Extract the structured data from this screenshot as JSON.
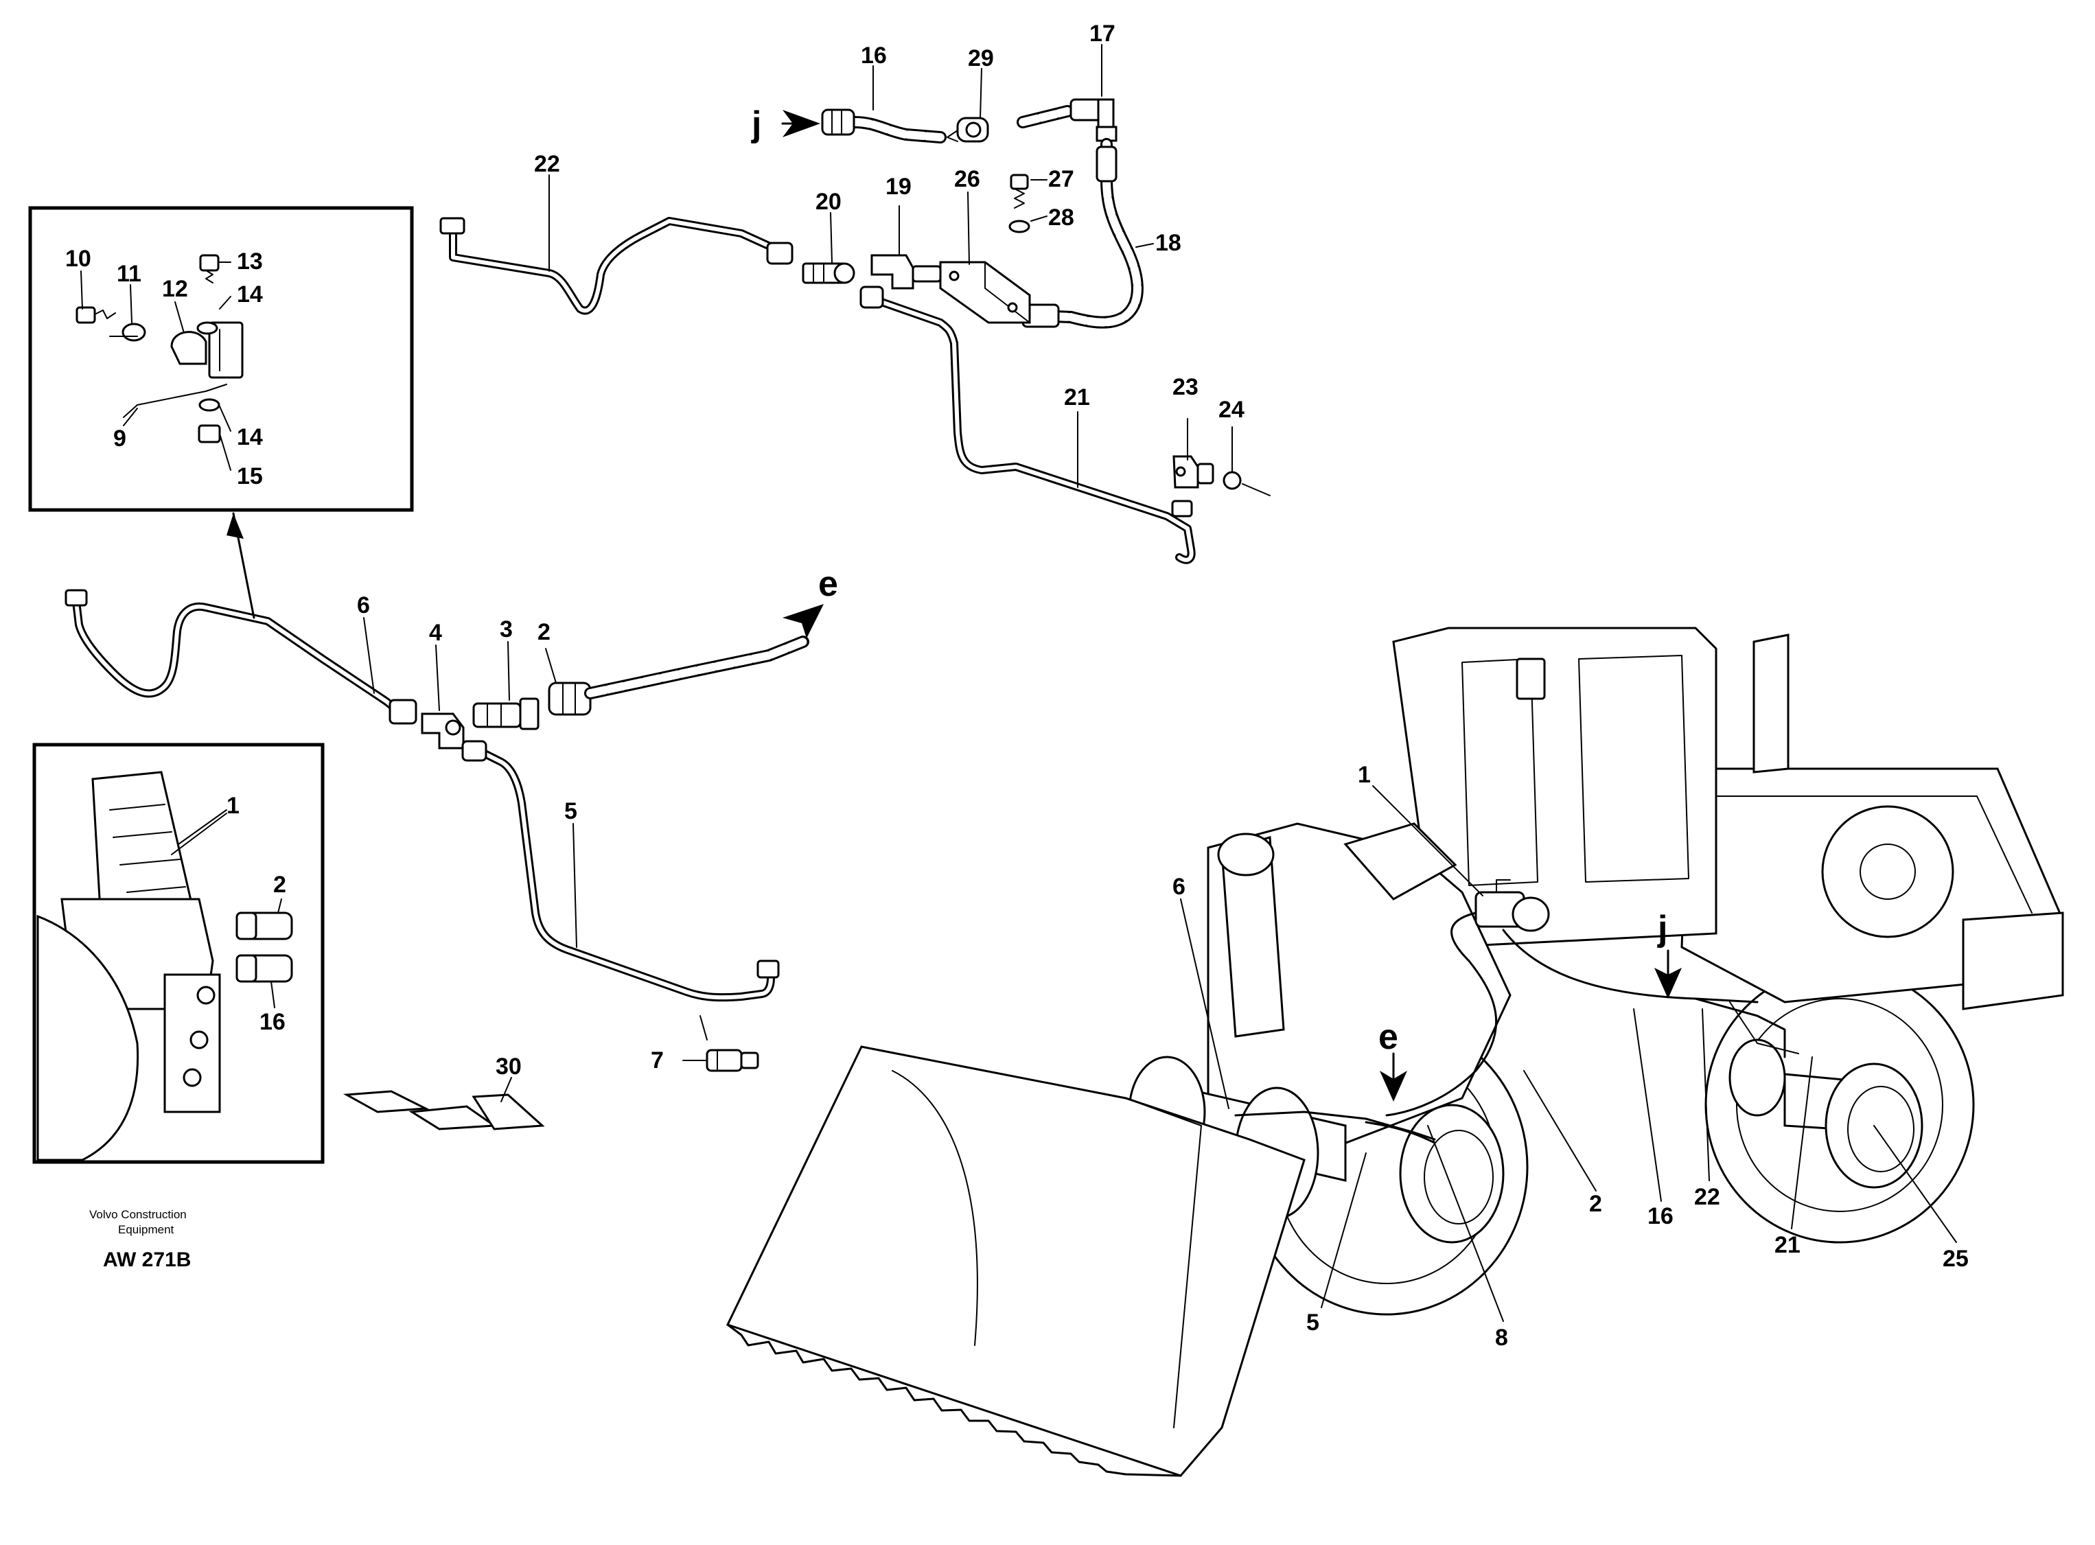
{
  "diagram": {
    "caption_line1": "Volvo Construction",
    "caption_line2": "Equipment",
    "drawing_code": "AW 271B",
    "view_markers": {
      "j_top": "j",
      "e_top": "e",
      "j_machine": "j",
      "e_machine": "e"
    },
    "inset_top_labels": [
      "10",
      "11",
      "12",
      "13",
      "14",
      "9",
      "14",
      "15"
    ],
    "inset_pedal_labels": [
      "1",
      "2",
      "16"
    ],
    "top_assembly_labels": [
      "16",
      "29",
      "17",
      "22",
      "20",
      "19",
      "26",
      "27",
      "28",
      "18",
      "21",
      "23",
      "24"
    ],
    "mid_assembly_labels": [
      "6",
      "4",
      "3",
      "2",
      "5",
      "7",
      "30"
    ],
    "machine_labels": [
      "1",
      "6",
      "2",
      "16",
      "22",
      "21",
      "25",
      "5",
      "8"
    ]
  }
}
